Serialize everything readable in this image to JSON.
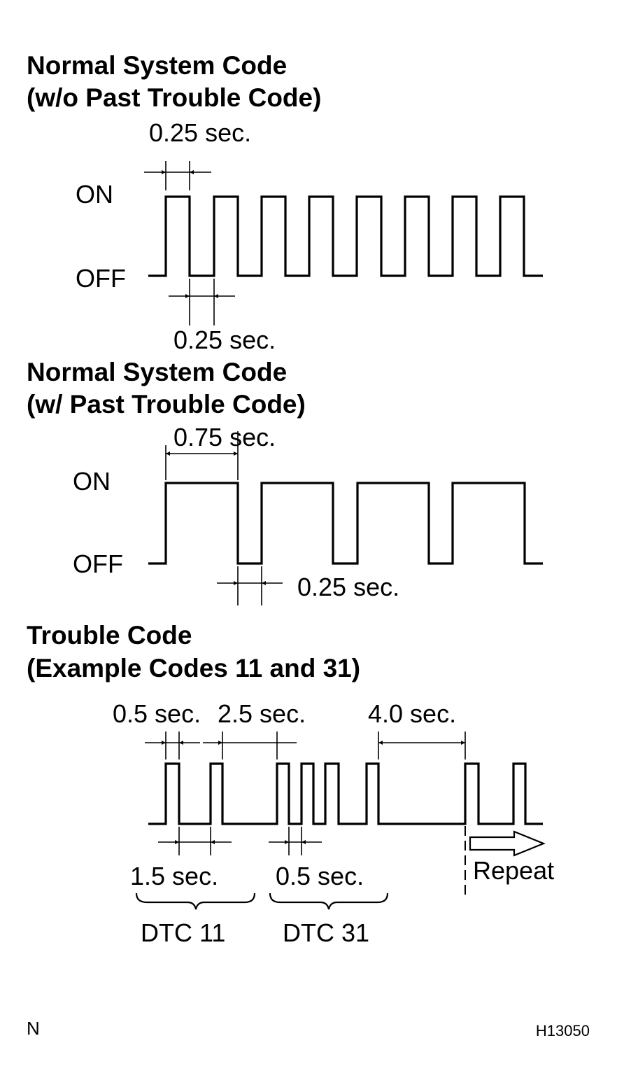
{
  "section1": {
    "title_line1": "Normal System Code",
    "title_line2": "(w/o Past Trouble Code)",
    "top_dim": "0.25 sec.",
    "bottom_dim": "0.25 sec.",
    "on_label": "ON",
    "off_label": "OFF"
  },
  "section2": {
    "title_line1": "Normal System Code",
    "title_line2": "(w/ Past Trouble Code)",
    "top_dim": "0.75 sec.",
    "bottom_dim": "0.25 sec.",
    "on_label": "ON",
    "off_label": "OFF"
  },
  "section3": {
    "title_line1": "Trouble Code",
    "title_line2": "(Example Codes 11 and 31)",
    "dim_a": "0.5 sec.",
    "dim_b": "2.5 sec.",
    "dim_c": "4.0 sec.",
    "dim_d": "1.5 sec.",
    "dim_e": "0.5 sec.",
    "repeat_label": "Repeat",
    "dtc_left": "DTC 11",
    "dtc_right": "DTC 31"
  },
  "footer": {
    "left": "N",
    "right": "H13050"
  }
}
